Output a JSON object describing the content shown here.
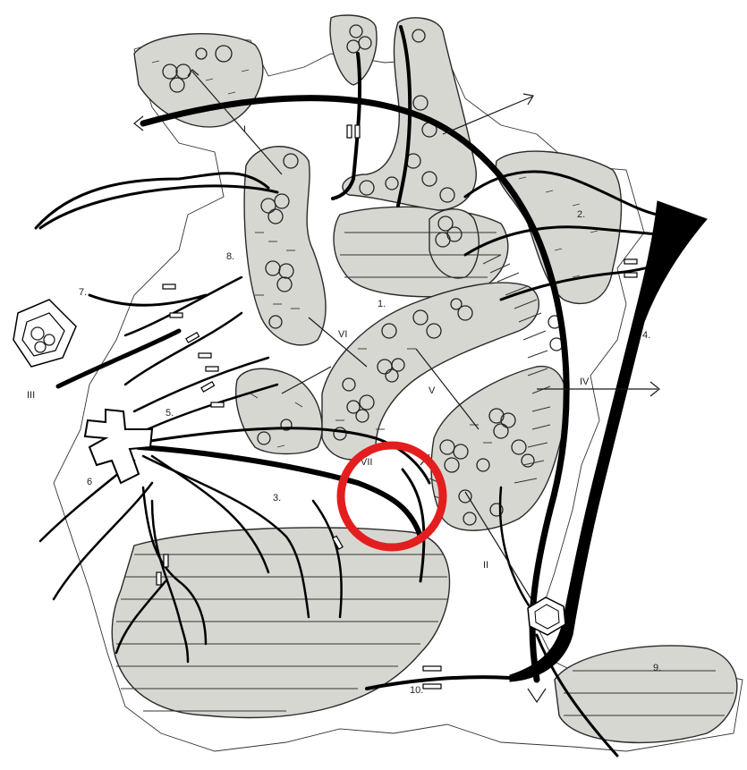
{
  "diagram": {
    "labels": {
      "l1": "1.",
      "l2": "2.",
      "l3": "3.",
      "l4": "4.",
      "l5": "5.",
      "l6": "6",
      "l7": "7.",
      "l8": "8.",
      "l9": "9.",
      "l10": "10.",
      "r1": "I",
      "r2": "II",
      "r3": "III",
      "r4": "IV",
      "r5": "V",
      "r6": "VI",
      "r7": "VII"
    },
    "colors": {
      "zone_fill": "#d7d7d2",
      "line": "#000000",
      "highlight": "#e41e1e"
    },
    "highlight": "red-circle-marker"
  }
}
